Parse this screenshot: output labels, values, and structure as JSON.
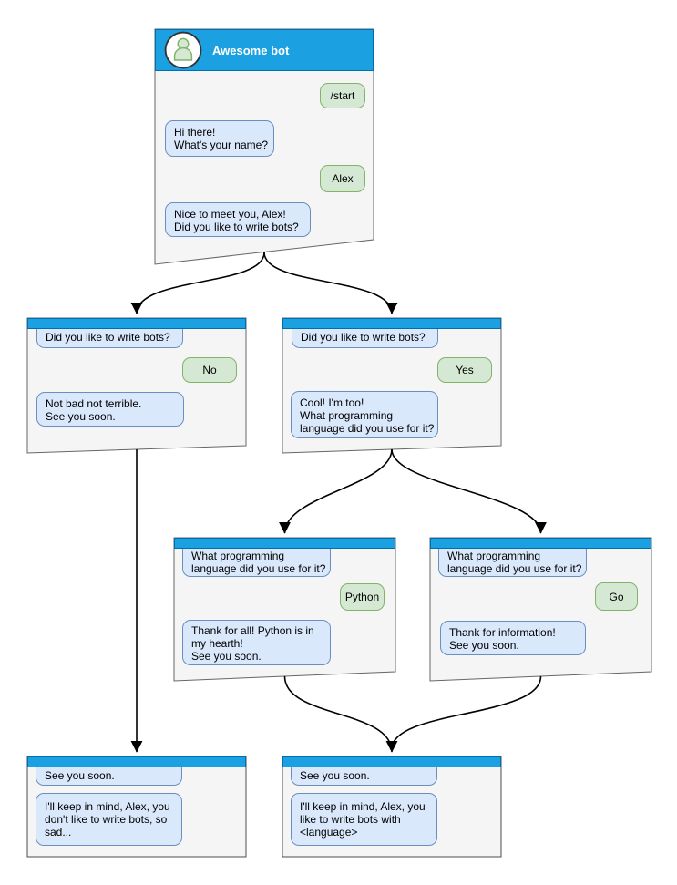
{
  "app": {
    "title": "Awesome bot"
  },
  "colors": {
    "header_blue": "#1BA1E2",
    "header_border": "#006EAF",
    "bot_bubble_fill": "#DAE8FC",
    "bot_bubble_border": "#6C8EBF",
    "user_bubble_fill": "#D5E8D4",
    "user_bubble_border": "#82B366",
    "panel_fill": "#F5F5F5",
    "panel_border": "#666666",
    "connector": "#000000"
  },
  "nodes": {
    "root": {
      "title": "Awesome bot",
      "messages": {
        "start": "/start",
        "hi": "Hi there!\nWhat's your name?",
        "alex": "Alex",
        "nice": "Nice to meet you, Alex!\nDid you like to write bots?"
      }
    },
    "no_branch": {
      "question": "Did you like to write bots?",
      "answer": "No",
      "reply": "Not bad not terrible.\nSee you soon."
    },
    "yes_branch": {
      "question": "Did you like to write bots?",
      "answer": "Yes",
      "reply": "Cool! I'm too!\nWhat programming\nlanguage did you use for it?"
    },
    "python_branch": {
      "question": "What programming\nlanguage did you use for it?",
      "answer": "Python",
      "reply": "Thank for all! Python is in\nmy hearth!\nSee you soon."
    },
    "go_branch": {
      "question": "What programming\nlanguage did you use for it?",
      "answer": "Go",
      "reply": "Thank for information!\nSee you soon."
    },
    "end_no": {
      "question": "See you soon.",
      "reply": "I'll keep in mind, Alex, you\ndon't like to write bots, so\nsad..."
    },
    "end_yes": {
      "question": "See you soon.",
      "reply": "I'll keep in mind, Alex, you\nlike to write bots with\n<language>"
    }
  },
  "edges": [
    {
      "from": "root",
      "to": "no_branch"
    },
    {
      "from": "root",
      "to": "yes_branch"
    },
    {
      "from": "yes_branch",
      "to": "python_branch"
    },
    {
      "from": "yes_branch",
      "to": "go_branch"
    },
    {
      "from": "no_branch",
      "to": "end_no"
    },
    {
      "from": "python_branch",
      "to": "end_yes"
    },
    {
      "from": "go_branch",
      "to": "end_yes"
    }
  ]
}
